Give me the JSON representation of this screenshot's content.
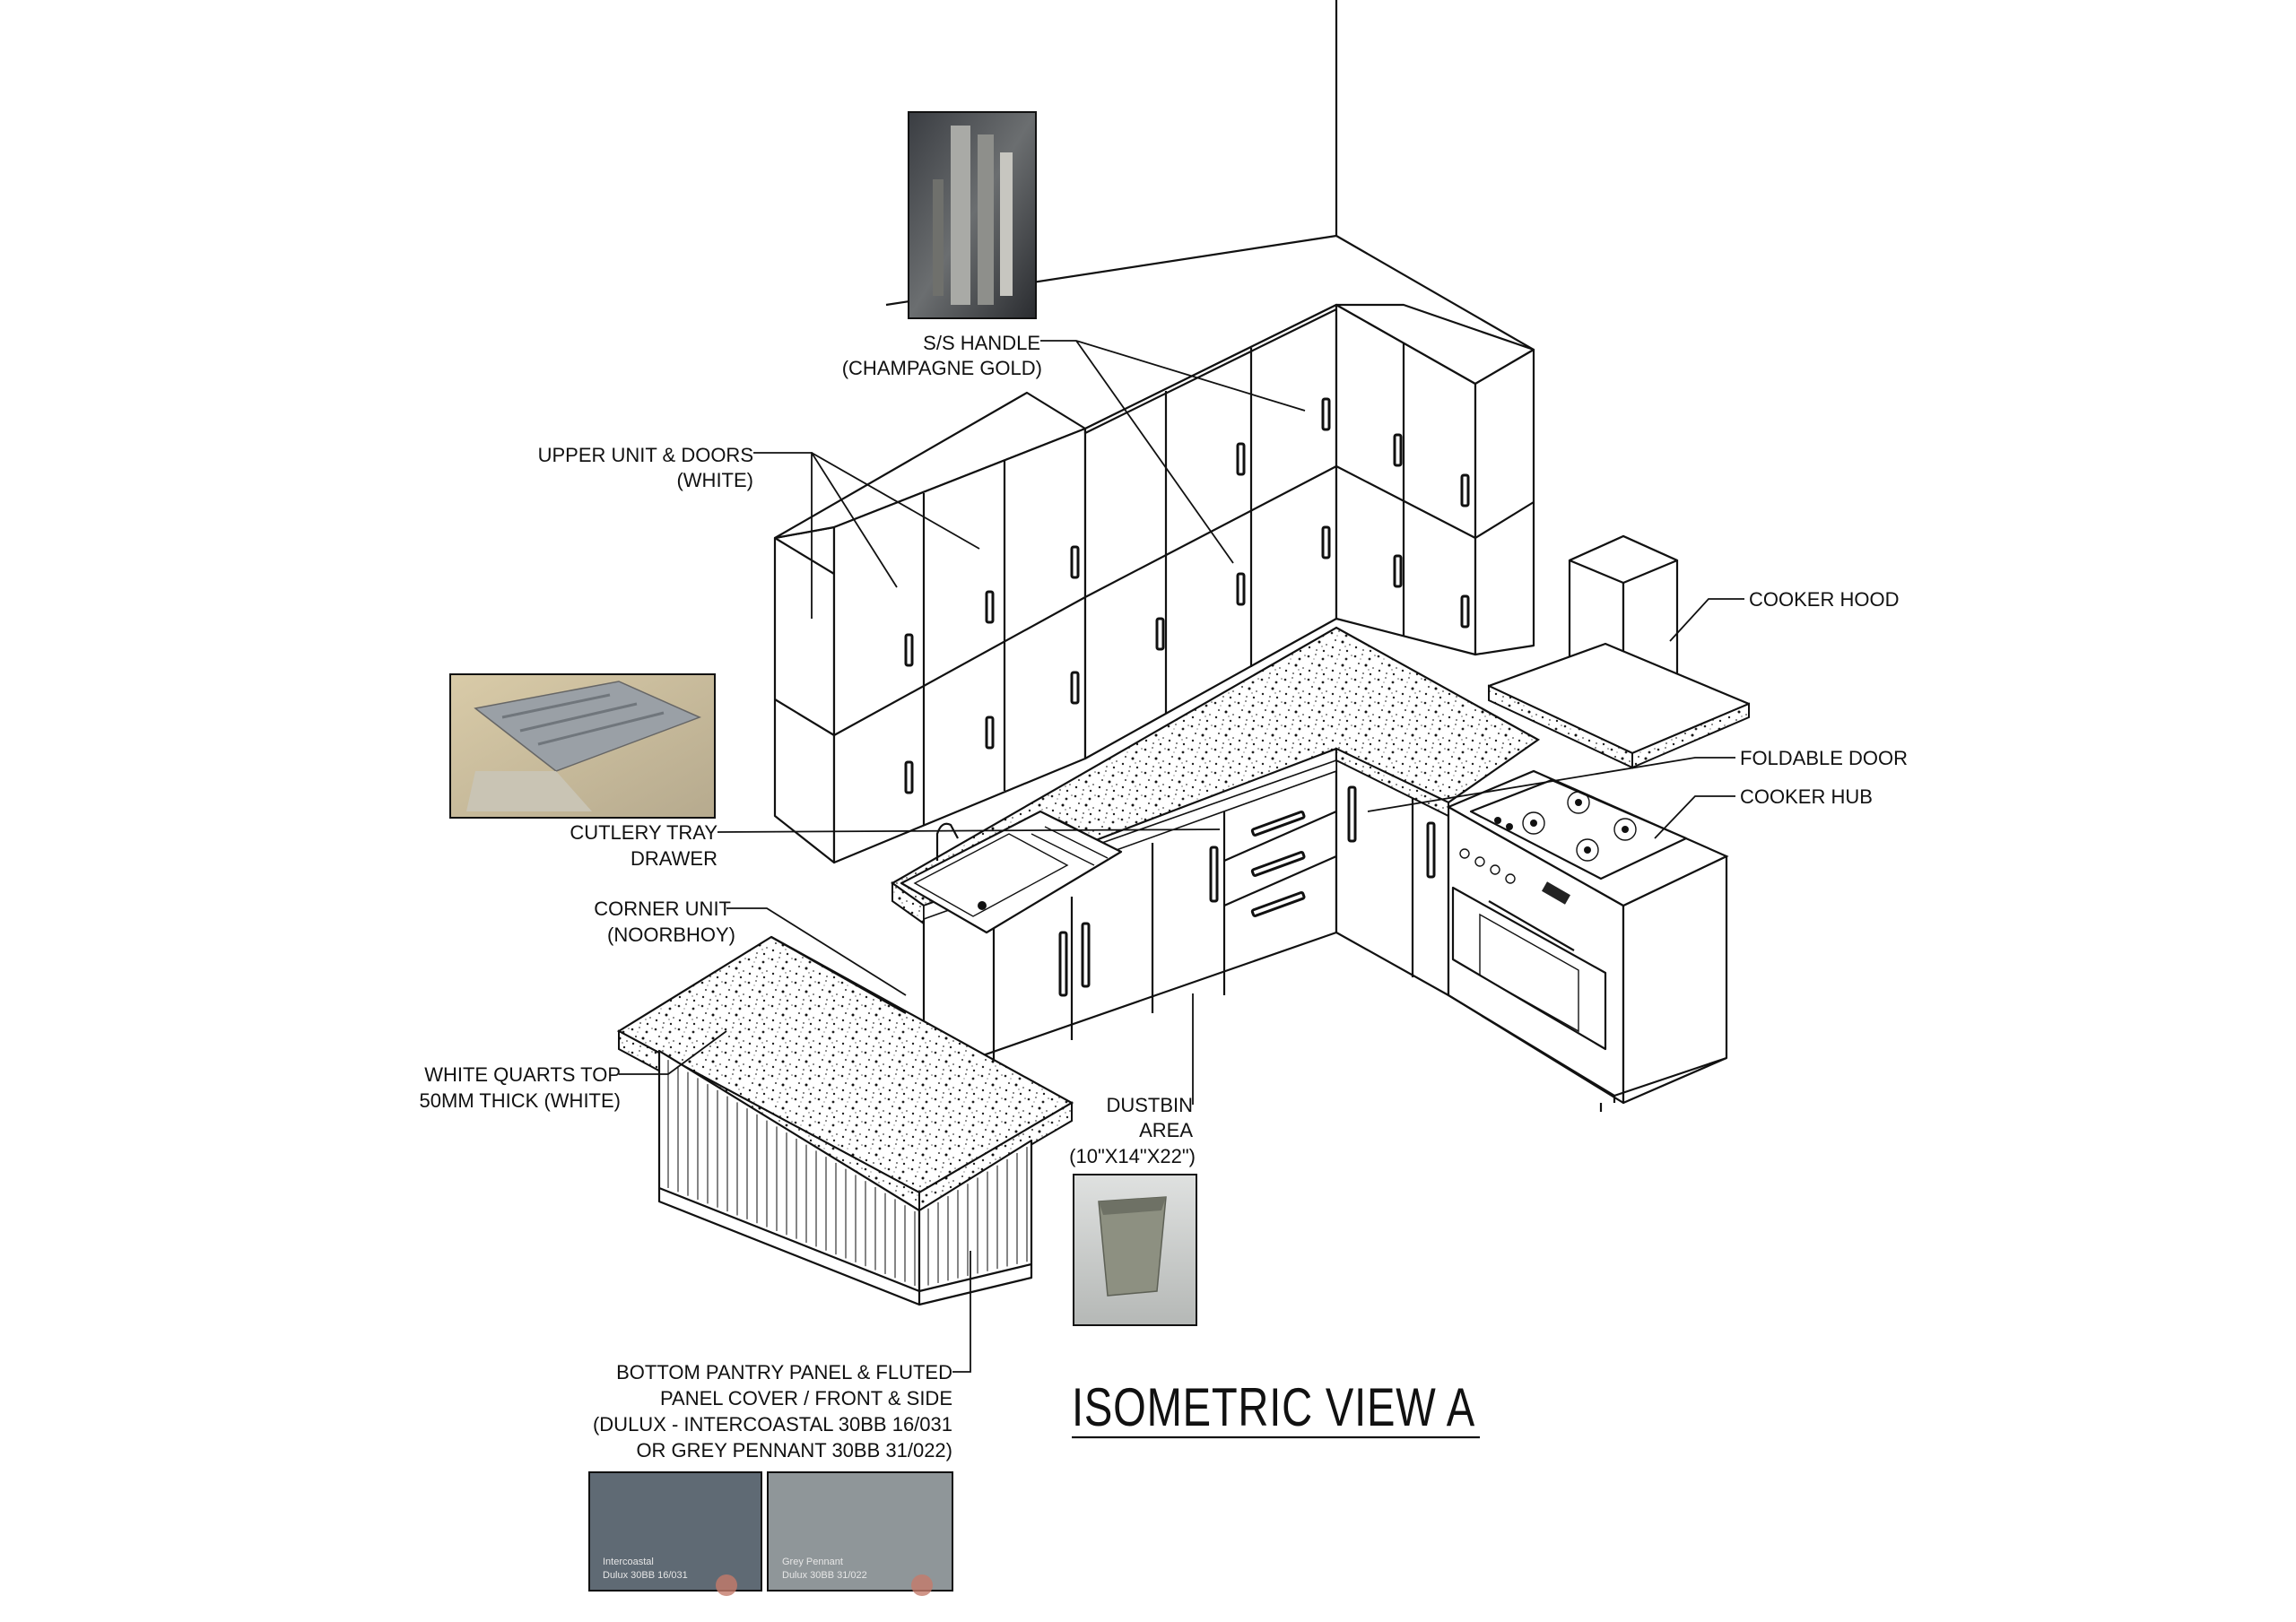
{
  "title": "ISOMETRIC VIEW A",
  "labels": {
    "ss_handle": [
      "S/S HANDLE",
      "(CHAMPAGNE GOLD)"
    ],
    "upper_unit": [
      "UPPER UNIT & DOORS",
      "(WHITE)"
    ],
    "cooker_hood": [
      "COOKER HOOD"
    ],
    "cutlery_tray": [
      "CUTLERY TRAY",
      "DRAWER"
    ],
    "foldable_door": [
      "FOLDABLE DOOR"
    ],
    "cooker_hub": [
      "COOKER HUB"
    ],
    "corner_unit": [
      "CORNER UNIT",
      "(NOORBHOY)"
    ],
    "quartz_top": [
      "WHITE QUARTS TOP",
      "50MM THICK (WHITE)"
    ],
    "dustbin": [
      "DUSTBIN",
      "AREA",
      "(10\"X14\"X22\")"
    ],
    "bottom_panel": [
      "BOTTOM PANTRY PANEL & FLUTED",
      "PANEL COVER / FRONT & SIDE",
      "(DULUX - INTERCOASTAL 30BB 16/031",
      "OR GREY PENNANT 30BB 31/022)"
    ]
  },
  "swatches": [
    {
      "name": "Intercoastal",
      "brand": "Dulux 30BB 16/031",
      "color": "#5f6a74"
    },
    {
      "name": "Grey Pennant",
      "brand": "Dulux 30BB 31/022",
      "color": "#8f9699"
    }
  ],
  "colors": {
    "line": "#111111",
    "background": "#ffffff"
  }
}
